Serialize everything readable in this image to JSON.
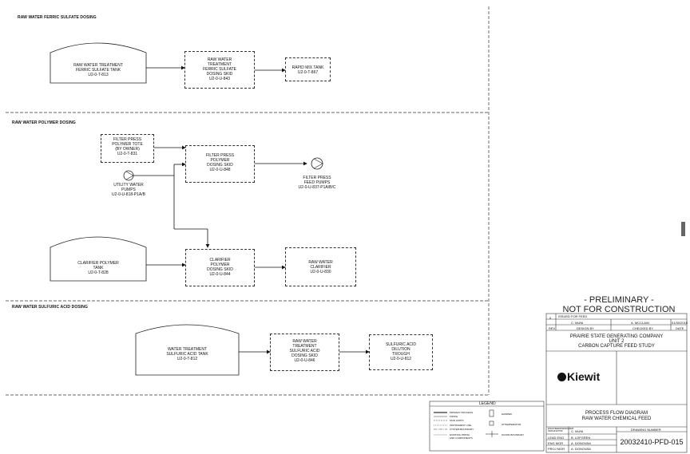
{
  "sections": [
    {
      "title": "RAW WATER FERRIC SULFATE DOSING"
    },
    {
      "title": "RAW WATER POLYMER DOSING"
    },
    {
      "title": "RAW WATER SULFURIC ACID DOSING"
    }
  ],
  "equipment": {
    "ferric_tank": "RAW WATER TREATMENT\nFERRIC SULFATE TANK\nU2-0-T-813",
    "ferric_skid": "RAW WATER\nTREATMENT\nFERRIC SULFATE\nDOSING SKID\nU2-0-U-843",
    "rapid_mix": "RAPID MIX TANK\nU2-0-T-867",
    "polymer_tote": "FILTER PRESS\nPOLYMER TOTE\n(BY OWNER)\nU2-0-T-831",
    "utility_pumps": "UTILITY WATER\nPUMPS\nU2-0-U-818-P1A/B",
    "fp_skid": "FILTER PRESS\nPOLYMER\nDOSING SKID\nU2-0-U-848",
    "fp_pumps": "FILTER PRESS\nFEED PUMPS\nU2-0-U-837-P1A/B/C",
    "clar_tank": "CLARIFIER POLYMER\nTANK\nU2-0-T-828",
    "clar_skid": "CLARIFIER\nPOLYMER\nDOSING SKID\nU2-0-U-844",
    "raw_clar": "RAW WATER\nCLARIFIER\nU2-0-U-830",
    "acid_tank": "WATER TREATMENT\nSULFURIC ACID TANK\nU2-0-T-812",
    "acid_skid": "RAW WATER\nTREATMENT\nSULFURIC ACID\nDOSING SKID\nU2-0-U-846",
    "trough": "SULFURIC ACID\nDILUTION\nTROUGH\nU2-0-U-812"
  },
  "stamp": {
    "line1": "- PRELIMINARY -",
    "line2": "NOT FOR CONSTRUCTION"
  },
  "title_block": {
    "rev": "0",
    "rev_desc": "ISSUED FOR FEED",
    "drawn": "C. MUNI",
    "checked": "A. MCCLAIN",
    "date": "01/30/2015",
    "h_rev": "REV",
    "h_design": "DESIGN BY",
    "h_checked": "CHECKED BY",
    "h_date": "DATE",
    "company": "PRAIRIE STATE GENERATING COMPANY",
    "unit": "UNIT 2",
    "study": "CARBON CAPTURE FEED STUDY",
    "logo": "Kiewit",
    "dwg_title1": "PROCESS FLOW DIAGRAM",
    "dwg_title2": "RAW WATER CHEMICAL FEED",
    "roles": [
      "ENGINEER/DESIGNER\nORIGINATOR",
      "LEAD ENG",
      "ENG MGR",
      "PROJ MGR"
    ],
    "names": [
      "C. MUNI",
      "B. LOFGREN",
      "A. DONOVAN",
      "A. DONOVAN"
    ],
    "dwg_no_label": "DRAWING NUMBER",
    "dwg_no": "20032410-PFD-015"
  },
  "legend": {
    "title": "LEGEND",
    "items_left": [
      "PRIMARY PROCESS",
      "PIPING",
      "SKID LIMITS",
      "INSTRUMENT LINE",
      "SYSTEM BOUNDARY",
      "EXISTING PIPING\nAND COMPONENTS"
    ],
    "items_right": [
      "DAMPER",
      "ATTEMPERATOR",
      "SCOPE BOUNDARY"
    ]
  }
}
